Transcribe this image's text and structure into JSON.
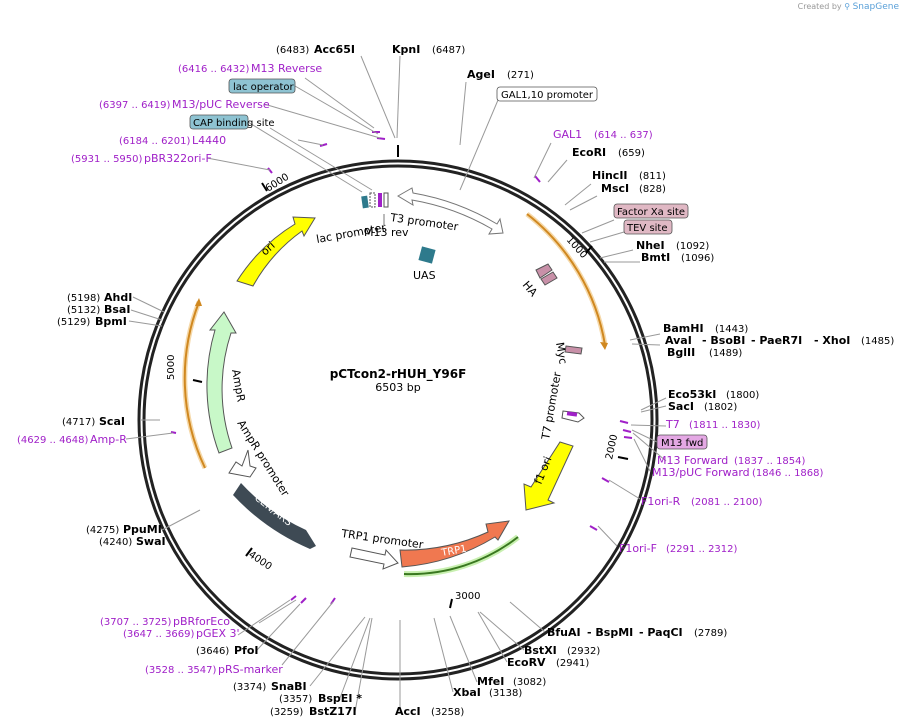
{
  "credit": {
    "prefix": "Created by",
    "brand": "SnapGene"
  },
  "title": "pCTcon2-rHUH_Y96F",
  "length": "6503 bp",
  "ticks": [
    {
      "label": "1000"
    },
    {
      "label": "2000"
    },
    {
      "label": "3000"
    },
    {
      "label": "4000"
    },
    {
      "label": "5000"
    },
    {
      "label": "6000"
    }
  ],
  "enzymes": [
    {
      "name": "Acc65I",
      "pos": "(6483)"
    },
    {
      "name": "KpnI",
      "pos": "(6487)"
    },
    {
      "name": "AgeI",
      "pos": "(271)"
    },
    {
      "name": "EcoRI",
      "pos": "(659)"
    },
    {
      "name": "HincII",
      "pos": "(811)"
    },
    {
      "name": "MscI",
      "pos": "(828)"
    },
    {
      "name": "NheI",
      "pos": "(1092)"
    },
    {
      "name": "BmtI",
      "pos": "(1096)"
    },
    {
      "name": "BamHI",
      "pos": "(1443)"
    },
    {
      "name": "AvaI",
      "name2": "- BsoBI",
      "name3": "- PaeR7I",
      "name4": "- XhoI",
      "pos": "(1485)"
    },
    {
      "name": "BglII",
      "pos": "(1489)"
    },
    {
      "name": "Eco53kI",
      "pos": "(1800)"
    },
    {
      "name": "SacI",
      "pos": "(1802)"
    },
    {
      "name": "BfuAI",
      "name2": "- BspMI",
      "name3": "- PaqCI",
      "pos": "(2789)"
    },
    {
      "name": "BstXI",
      "pos": "(2932)"
    },
    {
      "name": "EcoRV",
      "pos": "(2941)"
    },
    {
      "name": "MfeI",
      "pos": "(3082)"
    },
    {
      "name": "XbaI",
      "pos": "(3138)"
    },
    {
      "name": "AccI",
      "pos": "(3258)"
    },
    {
      "name": "BstZ17I",
      "pos": "(3259)"
    },
    {
      "name": "BspEI *",
      "pos": "(3357)"
    },
    {
      "name": "SnaBI",
      "pos": "(3374)"
    },
    {
      "name": "PfoI",
      "pos": "(3646)"
    },
    {
      "name": "SwaI",
      "pos": "(4240)"
    },
    {
      "name": "PpuMI",
      "pos": "(4275)"
    },
    {
      "name": "ScaI",
      "pos": "(4717)"
    },
    {
      "name": "BpmI",
      "pos": "(5129)"
    },
    {
      "name": "BsaI",
      "pos": "(5132)"
    },
    {
      "name": "AhdI",
      "pos": "(5198)"
    }
  ],
  "primers": [
    {
      "name": "M13 Reverse",
      "range": "(6416 .. 6432)"
    },
    {
      "name": "M13/pUC Reverse",
      "range": "(6397 .. 6419)"
    },
    {
      "name": "L4440",
      "range": "(6184 .. 6201)"
    },
    {
      "name": "pBR322ori-F",
      "range": "(5931 .. 5950)"
    },
    {
      "name": "GAL1",
      "range": "(614 .. 637)"
    },
    {
      "name": "T7",
      "range": "(1811 .. 1830)"
    },
    {
      "name": "M13 Forward",
      "range": "(1837 .. 1854)"
    },
    {
      "name": "M13/pUC Forward",
      "range": "(1846 .. 1868)"
    },
    {
      "name": "F1ori-R",
      "range": "(2081 .. 2100)"
    },
    {
      "name": "F1ori-F",
      "range": "(2291 .. 2312)"
    },
    {
      "name": "pBRforEco",
      "range": "(3707 .. 3725)"
    },
    {
      "name": "pGEX 3'",
      "range": "(3647 .. 3669)"
    },
    {
      "name": "pRS-marker",
      "range": "(3528 .. 3547)"
    },
    {
      "name": "Amp-R",
      "range": "(4629 .. 4648)"
    }
  ],
  "boxed_features": [
    {
      "name": "lac operator",
      "color": "#8ec3d2"
    },
    {
      "name": "CAP binding site",
      "color": "#8ec3d2"
    },
    {
      "name": "GAL1,10 promoter",
      "color": "#ffffff"
    },
    {
      "name": "Factor Xa site",
      "color": "#e0b8c4"
    },
    {
      "name": "TEV site",
      "color": "#e0b8c4"
    },
    {
      "name": "M13 fwd",
      "color": "#e4a8e4"
    }
  ],
  "features": [
    {
      "name": "lac promoter"
    },
    {
      "name": "T3 promoter"
    },
    {
      "name": "M13 rev"
    },
    {
      "name": "UAS"
    },
    {
      "name": "HA"
    },
    {
      "name": "Myc"
    },
    {
      "name": "T7 promoter"
    },
    {
      "name": "f1 ori"
    },
    {
      "name": "TRP1"
    },
    {
      "name": "TRP1 promoter"
    },
    {
      "name": "CEN/ARS"
    },
    {
      "name": "AmpR promoter"
    },
    {
      "name": "AmpR"
    },
    {
      "name": "ori"
    }
  ],
  "colors": {
    "ori": "#ffff00",
    "f1_ori": "#ffff00",
    "ampR": "#c8f8c8",
    "trp1": "#f07850",
    "cen_ars": "#3e4a54",
    "uas": "#2e7a8c",
    "tag": "#c890a8",
    "primer": "#a020c8",
    "orange_arc": "#e8a030",
    "green_arc": "#60b030"
  }
}
